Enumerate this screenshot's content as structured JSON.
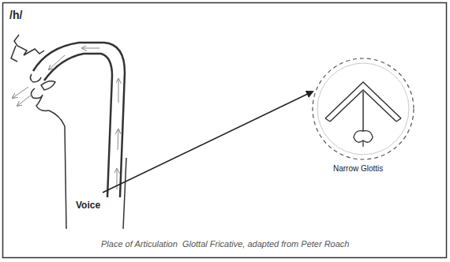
{
  "diagram": {
    "caption": "Place of Articulation  Glottal Fricative, adapted from Peter Roach",
    "labels": [
      "/h/",
      "Voice",
      "Narrow Glottis"
    ]
  }
}
